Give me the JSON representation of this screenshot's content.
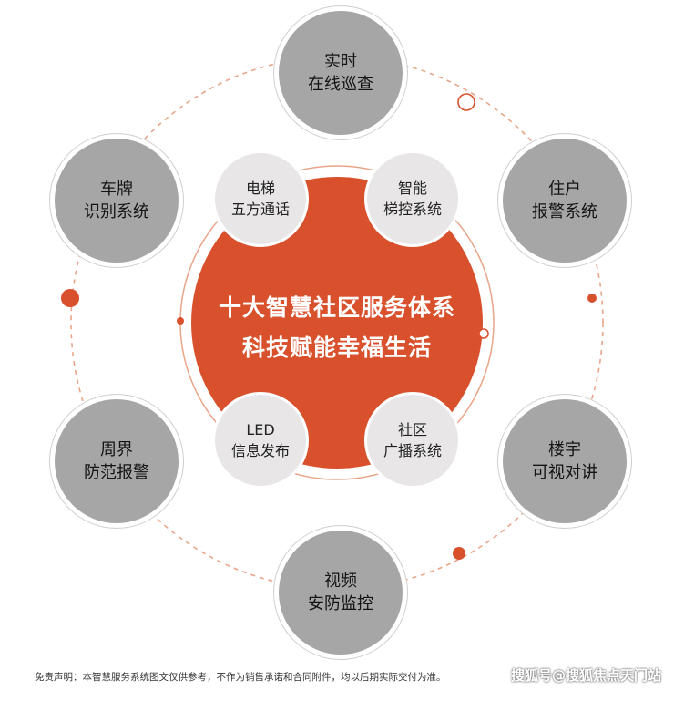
{
  "center": {
    "line1": "十大智慧社区服务体系",
    "line2": "科技赋能幸福生活"
  },
  "outer_nodes": [
    {
      "id": "patrol",
      "line1": "实时",
      "line2": "在线巡查"
    },
    {
      "id": "alarm",
      "line1": "住户",
      "line2": "报警系统"
    },
    {
      "id": "intercom",
      "line1": "楼宇",
      "line2": "可视对讲"
    },
    {
      "id": "video",
      "line1": "视频",
      "line2": "安防监控"
    },
    {
      "id": "perimeter",
      "line1": "周界",
      "line2": "防范报警"
    },
    {
      "id": "plate",
      "line1": "车牌",
      "line2": "识别系统"
    }
  ],
  "inner_nodes": [
    {
      "id": "elevator-call",
      "line1": "电梯",
      "line2": "五方通话"
    },
    {
      "id": "elevator-control",
      "line1": "智能",
      "line2": "梯控系统"
    },
    {
      "id": "led",
      "line1": "LED",
      "line2": "信息发布"
    },
    {
      "id": "broadcast",
      "line1": "社区",
      "line2": "广播系统"
    }
  ],
  "footer": {
    "disclaimer": "免责声明：本智慧服务系统图文仅供参考，不作为销售承诺和合同附件，均以后期实际交付为准。",
    "watermark": "搜狐号@搜狐焦点天门站"
  },
  "colors": {
    "accent": "#d9512c",
    "outer_node": "#a7a6a6",
    "inner_node": "#e8e6e6",
    "ring": "#e9a589"
  }
}
